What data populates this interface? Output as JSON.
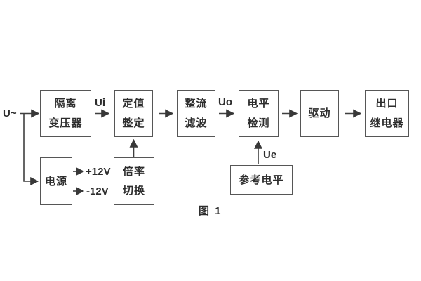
{
  "figure": {
    "caption": "图 1",
    "type": "block-diagram",
    "colors": {
      "background": "#ffffff",
      "line": "#3f3f3f",
      "box_border": "#565656",
      "text": "#2d2d2d"
    }
  },
  "blocks": [
    {
      "id": "isolation-transformer",
      "lines": [
        "隔离",
        "变压器"
      ]
    },
    {
      "id": "setting-adjust",
      "lines": [
        "定值",
        "整定"
      ]
    },
    {
      "id": "rectifier-filter",
      "lines": [
        "整流",
        "滤波"
      ]
    },
    {
      "id": "level-detection",
      "lines": [
        "电平",
        "检测"
      ]
    },
    {
      "id": "driver",
      "lines": [
        "驱动"
      ]
    },
    {
      "id": "output-relay",
      "lines": [
        "出口",
        "继电器"
      ]
    },
    {
      "id": "power-supply",
      "lines": [
        "电源"
      ]
    },
    {
      "id": "ratio-switch",
      "lines": [
        "倍率",
        "切换"
      ]
    },
    {
      "id": "reference-level",
      "lines": [
        "参考电平"
      ]
    }
  ],
  "labels": {
    "input_voltage": "U~",
    "ui": "Ui",
    "uo": "Uo",
    "ue": "Ue",
    "plus_12v": "+12V",
    "minus_12v": "-12V"
  }
}
